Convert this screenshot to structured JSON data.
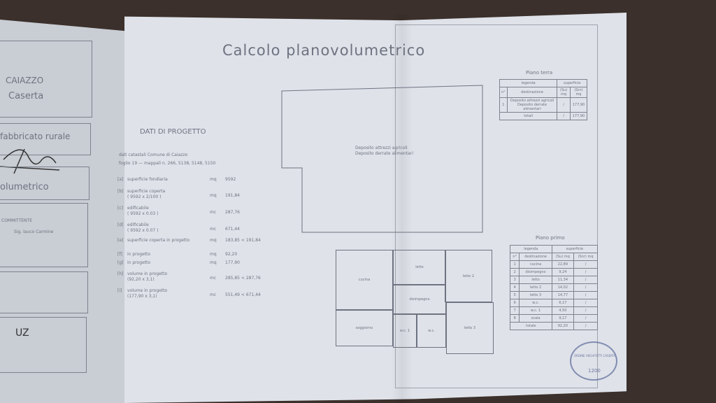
{
  "left_panel": {
    "town": "CAIAZZO",
    "province": "Caserta",
    "subject": "fabbricato rurale",
    "title_partial": "olumetrico",
    "client_label": "COMMITTENTE",
    "client_name": "Sig. Iauco Carmine"
  },
  "title": "Calcolo planovolumetrico",
  "project": {
    "heading": "DATI DI PROGETTO",
    "cadastral": [
      "dati catastali   Comune di Caiazzo",
      "foglio 19 — mappali n. 266, 5138, 5148, 5150"
    ],
    "rows": [
      {
        "code": "[a]",
        "label": "superficie fondiaria",
        "sub": "",
        "unit": "mq",
        "value": "9592"
      },
      {
        "code": "[b]",
        "label": "superficie coperta",
        "sub": "( 9592 x 2/100 )",
        "unit": "mq",
        "value": "191,84"
      },
      {
        "code": "[c]",
        "label": "edificabile",
        "sub": "( 9592 x 0.03 )",
        "unit": "mc",
        "value": "287,76"
      },
      {
        "code": "[d]",
        "label": "edificabile",
        "sub": "( 9592 x 0.07 )",
        "unit": "mc",
        "value": "671,44"
      },
      {
        "code": "[e]",
        "label": "superficie coperta in progetto",
        "sub": "",
        "unit": "mq",
        "value": "183,85 < 191,84"
      },
      {
        "code": "[f]",
        "label": "in progetto",
        "sub": "",
        "unit": "mq",
        "value": "92,20"
      },
      {
        "code": "[g]",
        "label": "in progetto",
        "sub": "",
        "unit": "mq",
        "value": "177,90"
      },
      {
        "code": "[h]",
        "label": "volume in progetto",
        "sub": "(92,20 x 3,1)",
        "unit": "mc",
        "value": "285,85 < 287,76"
      },
      {
        "code": "[i]",
        "label": "volume in progetto",
        "sub": "(177,90 x 3,1)",
        "unit": "mc",
        "value": "551,49 < 671,44"
      }
    ]
  },
  "ground_plan": {
    "label1": "Deposito attrezzi agricoli",
    "label2": "Deposito derrate alimentari"
  },
  "first_plan": {
    "rooms": [
      "cucina",
      "letto",
      "letto 2",
      "disimpegno",
      "soggiorno",
      "w.c. 1",
      "w.c.",
      "letto 3"
    ]
  },
  "piano_terra": {
    "title": "Piano terra",
    "h_legend": "legenda",
    "h_surface": "superficie",
    "h_n": "n°",
    "h_dest": "destinazione",
    "h_su": "(Su) mq",
    "h_snr": "(Snr) mq",
    "rows": [
      {
        "n": "1",
        "dest": "Deposito attrezzi agricoli Deposito derrate alimentari",
        "su": "/",
        "snr": "177,90"
      }
    ],
    "total_label": "totali",
    "total_su": "/",
    "total_snr": "177,90"
  },
  "piano_primo": {
    "title": "Piano primo",
    "h_legend": "legenda",
    "h_surface": "superficie",
    "h_n": "n°",
    "h_dest": "destinazione",
    "h_su": "(Su) mq",
    "h_snr": "(Snr) mq",
    "rows": [
      {
        "n": "1",
        "dest": "cucina",
        "su": "22,89",
        "snr": "/"
      },
      {
        "n": "2",
        "dest": "disimpegno",
        "su": "9,24",
        "snr": "/"
      },
      {
        "n": "3",
        "dest": "letto",
        "su": "11,34",
        "snr": "/"
      },
      {
        "n": "4",
        "dest": "letto 2",
        "su": "14,02",
        "snr": "/"
      },
      {
        "n": "5",
        "dest": "letto 3",
        "su": "14,77",
        "snr": "/"
      },
      {
        "n": "6",
        "dest": "w.c.",
        "su": "6,17",
        "snr": "/"
      },
      {
        "n": "7",
        "dest": "w.c. 1",
        "su": "4,50",
        "snr": "/"
      },
      {
        "n": "8",
        "dest": "scala",
        "su": "9,17",
        "snr": "/"
      }
    ],
    "total_label": "totale",
    "total_su": "92,20",
    "total_snr": "/"
  },
  "stamp": {
    "text": "ORDINE ARCHITETTI CASERTA",
    "number": "1200"
  }
}
